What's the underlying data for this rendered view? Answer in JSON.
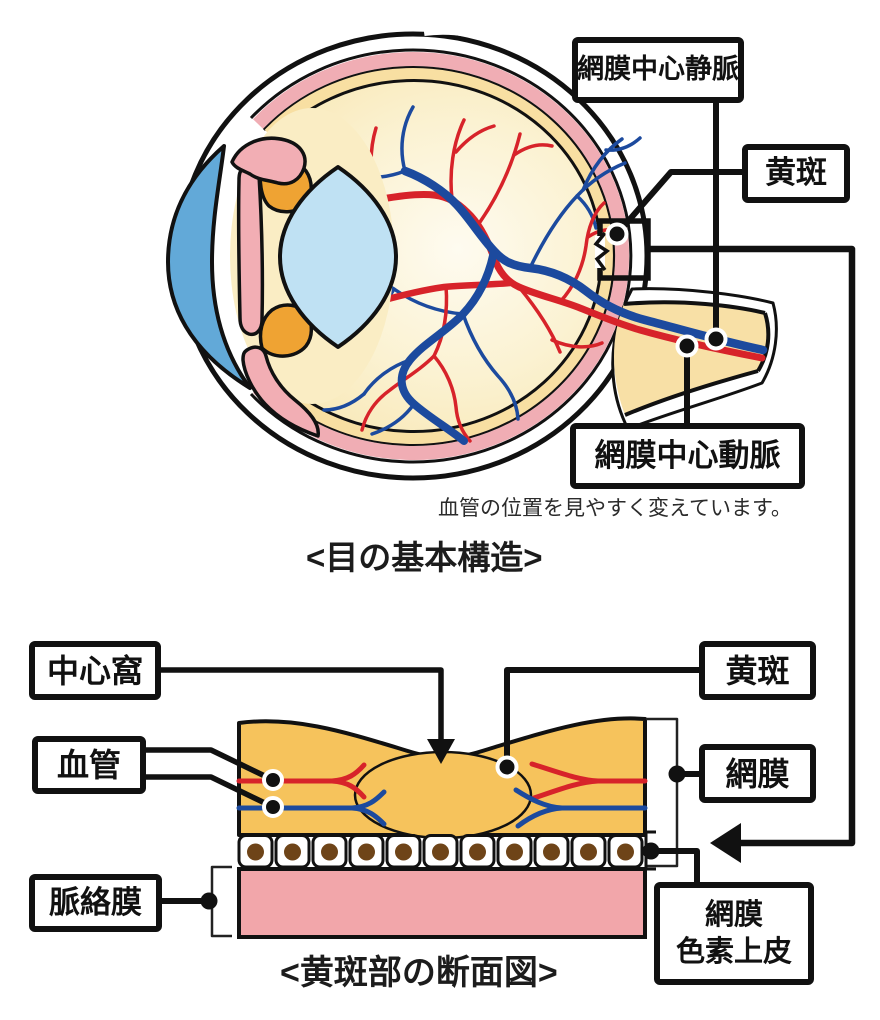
{
  "top_diagram": {
    "caption": "<目の基本構造>",
    "note": "血管の位置を見やすく変えています。",
    "labels": {
      "central_retinal_vein": "網膜中心静脈",
      "macula": "黄斑",
      "central_retinal_artery": "網膜中心動脈"
    }
  },
  "bottom_diagram": {
    "caption": "<黄斑部の断面図>",
    "labels": {
      "fovea": "中心窩",
      "blood_vessels": "血管",
      "macula": "黄斑",
      "retina": "網膜",
      "rpe_line1": "網膜",
      "rpe_line2": "色素上皮",
      "choroid": "脈絡膜"
    }
  },
  "colors": {
    "artery_red": "#D7232A",
    "vein_blue": "#1C4A9E",
    "retina_yellow": "#F8DFA2",
    "macula_orange": "#F6C35C",
    "choroid_pink": "#F2A6AA",
    "cornea_blue": "#62A9D8",
    "lens_blue": "#BFE1F3",
    "ciliary_orange": "#EFA333",
    "pigment_brown": "#6E4418",
    "line_black": "#111111"
  }
}
